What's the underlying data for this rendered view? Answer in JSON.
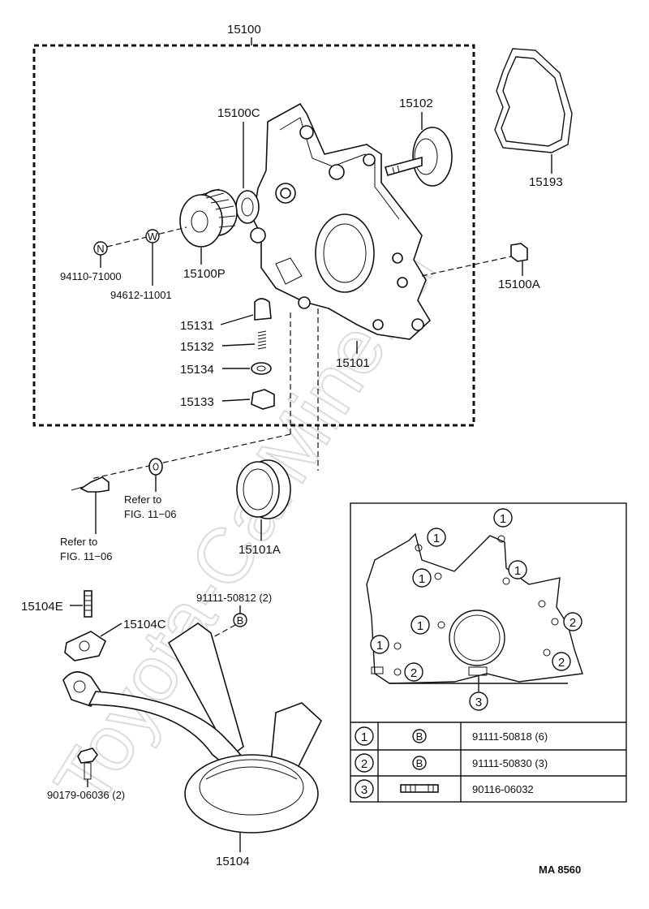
{
  "diagram": {
    "group_label": "15100",
    "parts": {
      "p15100C": "15100C",
      "p15102": "15102",
      "p15193": "15193",
      "p94110": "94110-71000",
      "p94612": "94612-11001",
      "p15100P": "15100P",
      "p15100A": "15100A",
      "p15131": "15131",
      "p15132": "15132",
      "p15134": "15134",
      "p15133": "15133",
      "p15101": "15101",
      "p15101A": "15101A",
      "p15104E": "15104E",
      "p15104C": "15104C",
      "p91111_50812": "91111-50812 (2)",
      "p90179": "90179-06036 (2)",
      "p15104": "15104"
    },
    "markers": {
      "N": "N",
      "W": "W",
      "B": "B"
    },
    "refs": {
      "ref1_line1": "Refer to",
      "ref1_line2": "FIG. 11−06",
      "ref2_line1": "Refer to",
      "ref2_line2": "FIG. 11−06"
    },
    "inset": {
      "callouts": [
        "1",
        "2",
        "3"
      ],
      "table": [
        {
          "num": "1",
          "symbol": "B",
          "part": "91111-50818 (6)"
        },
        {
          "num": "2",
          "symbol": "B",
          "part": "91111-50830 (3)"
        },
        {
          "num": "3",
          "symbol": "",
          "part": "90116-06032"
        }
      ]
    },
    "figure_code": "MA 8560",
    "watermark": "Toyota-CarMine.ru"
  }
}
